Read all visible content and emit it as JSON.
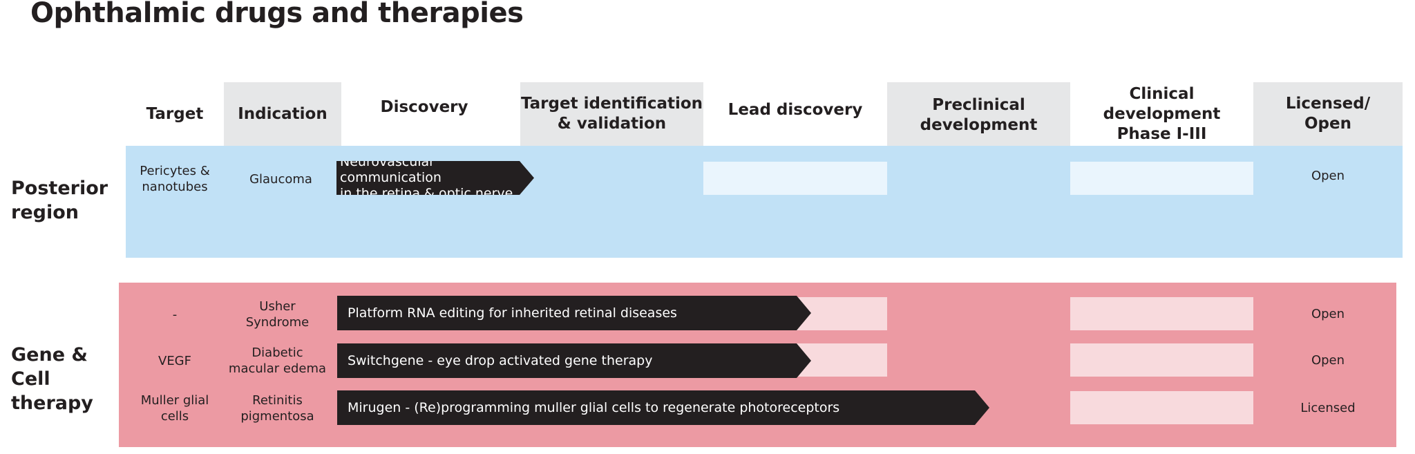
{
  "title": "Ophthalmic drugs and therapies",
  "columns": [
    {
      "key": "target",
      "label": "Target"
    },
    {
      "key": "indication",
      "label": "Indication"
    },
    {
      "key": "discovery",
      "label": "Discovery"
    },
    {
      "key": "target_id",
      "label": "Target identification\n& validation"
    },
    {
      "key": "lead",
      "label": "Lead discovery"
    },
    {
      "key": "preclinical",
      "label": "Preclinical\ndevelopment"
    },
    {
      "key": "clinical",
      "label": "Clinical development\nPhase I-III"
    },
    {
      "key": "licensed",
      "label": "Licensed/\nOpen"
    }
  ],
  "sections": [
    {
      "label": "Posterior\nregion",
      "rows": [
        {
          "target": "Pericytes &\nnanotubes",
          "indication": "Glaucoma",
          "program": "Neurovascular communication\nin the retina & optic nerve",
          "status": "Open"
        }
      ]
    },
    {
      "label": "Gene & Cell\ntherapy",
      "rows": [
        {
          "target": "-",
          "indication": "Usher\nSyndrome",
          "program": "Platform RNA editing for inherited retinal diseases",
          "status": "Open"
        },
        {
          "target": "VEGF",
          "indication": "Diabetic\nmacular edema",
          "program": "Switchgene - eye drop activated gene therapy",
          "status": "Open"
        },
        {
          "target": "Muller glial\ncells",
          "indication": "Retinitis\npigmentosa",
          "program": "Mirugen - (Re)programming muller glial cells to regenerate photoreceptors",
          "status": "Licensed"
        }
      ]
    }
  ],
  "colors": {
    "posterior_band": "#c1e1f6",
    "posterior_stage_cell": "#eaf5fd",
    "gene_band": "#ec9aa3",
    "gene_stage_cell": "#f8dadd",
    "arrow": "#231f20",
    "header_bg": "#e6e7e8"
  }
}
